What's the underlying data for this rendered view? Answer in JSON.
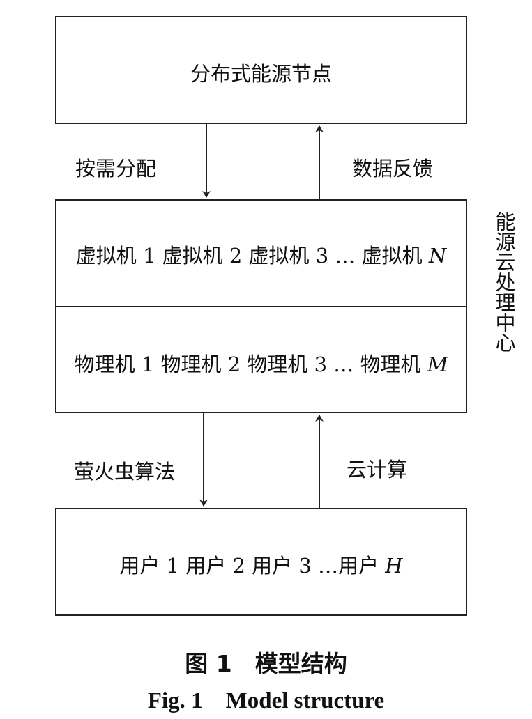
{
  "nodes": {
    "energy_node": "分布式能源节点",
    "virtual_row": "虚拟机 1 虚拟机 2 虚拟机 3 … 虚拟机 N",
    "physical_row": "物理机 1 物理机 2 物理机 3 … 物理机 M",
    "users_row": "用户 1 用户 2 用户 3 …用户 H"
  },
  "edges": {
    "on_demand_allocation": "按需分配",
    "data_feedback": "数据反馈",
    "firefly_algorithm": "萤火虫算法",
    "cloud_computing": "云计算"
  },
  "side_label": "能源云处理中心",
  "caption": {
    "cn": "图 1　模型结构",
    "en": "Fig. 1　Model structure"
  }
}
